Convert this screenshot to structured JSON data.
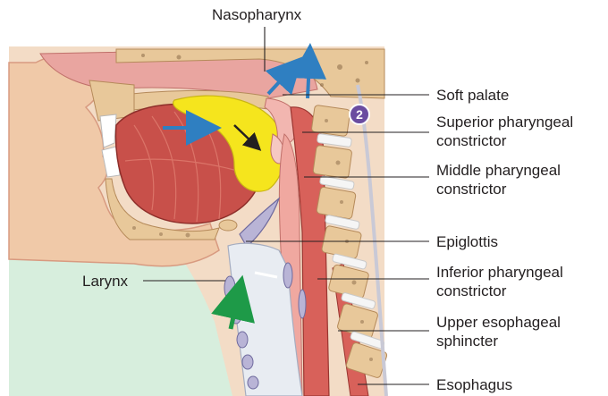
{
  "labels": {
    "nasopharynx": "Nasopharynx",
    "soft_palate": "Soft palate",
    "superior_line1": "Superior pharyngeal",
    "superior_line2": "constrictor",
    "middle_line1": "Middle pharyngeal",
    "middle_line2": "constrictor",
    "epiglottis": "Epiglottis",
    "inferior_line1": "Inferior pharyngeal",
    "inferior_line2": "constrictor",
    "ues_line1": "Upper esophageal",
    "ues_line2": "sphincter",
    "esophagus": "Esophagus",
    "larynx": "Larynx"
  },
  "step_badge": "2",
  "colors": {
    "skin_bg": "#f3dcc6",
    "neck_green": "#d7eedd",
    "muscle": "#c8504a",
    "bone": "#e8c89a",
    "bolus_yellow": "#f5e51d",
    "arrow_blue": "#2f7fc1",
    "arrow_green": "#1e9a48",
    "badge_purple": "#6a4ca0",
    "airway": "#e8ecf2",
    "leader": "#231f20"
  },
  "icons": {
    "movement_arrows": "arrow-icon",
    "step_badge": "numbered-circle-icon"
  }
}
